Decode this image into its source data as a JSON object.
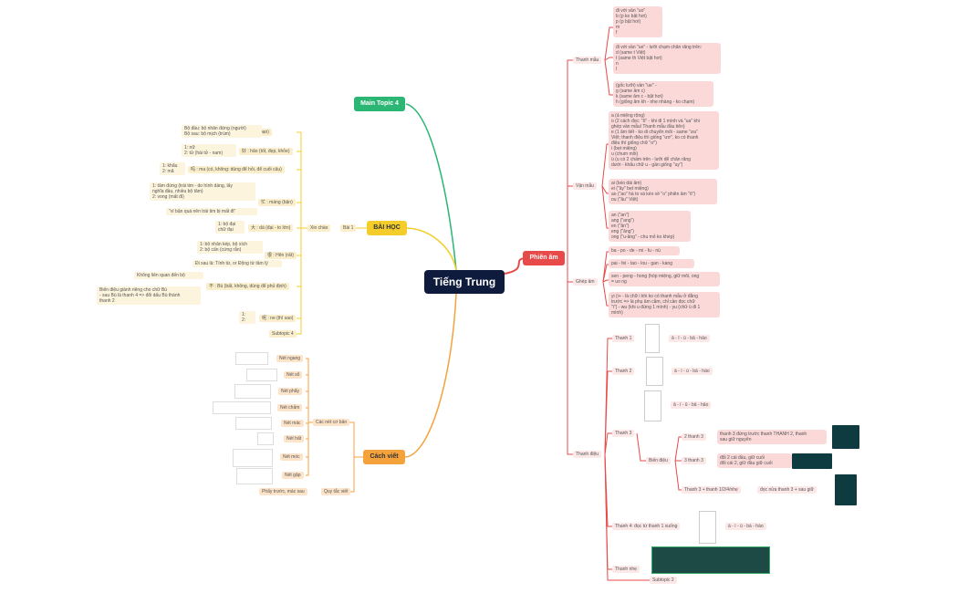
{
  "center": "Tiếng Trung",
  "main_topics": {
    "phien_am": "Phiên âm",
    "bai_hoc": "BÀI HỌC",
    "cach_viet": "Cách viết",
    "main_topic_4": "Main Topic 4"
  },
  "phien_am": {
    "thanh_mau": "Thanh mẫu",
    "thanh_mau_notes": [
      [
        "đi với vần \"uo\"",
        "b (p ko bật hơi)",
        "p (p bật hơi)",
        "m",
        "f"
      ],
      [
        "đi với vần \"ue\" - lưỡi chạm chân răng trên:",
        "d (same t Việt)",
        "t (same th Việt bật hơi)",
        "n",
        "l"
      ],
      [
        "(gốc lưỡi) vần \"ue\" -",
        "g (same âm c)",
        "k (same âm c - bật hơi)",
        "h (giống âm kh - nhẹ nhàng - ko chạm)"
      ]
    ],
    "van_mau": "Vận mẫu",
    "van_mau_notes": [
      [
        "a (á miệng rộng)",
        "o (2 cách đọc: \"ô\" - khi đi 1 mình và \"ua\" khi",
        "ghép vần mẫu/ Thanh mẫu đầu tiên)",
        "e (1 âm tiết - ko di chuyển môi - same \"ưa\"",
        "Việt; thanh điệu thì giống \"ươ\", ko có thanh",
        "điệu thì giống chữ \"ơ\")",
        "i (bẹt miệng)",
        "u (chum môi)",
        "ü (u có 2 chấm trên - lưỡi để chân răng",
        "dưới - khẩu chữ u - gần giống \"uy\")"
      ],
      [
        "ai (kéo dài âm)",
        "ei (\"ây\" bẹt miệng)",
        "ao (\"ao\" hà to và kéo về \"o\" phiên âm \"ô\")",
        "ou (\"âu\" Việt)"
      ],
      [
        "an (\"an\")",
        "ang (\"ang\")",
        "en (\"ân\")",
        "eng (\"âng\")",
        "ong (\"u-âng\" - chu mỏ ko khép)"
      ]
    ],
    "ghep_am": "Ghép âm",
    "ghep_am_notes": [
      [
        "ba - po - de - mi - fu - nü"
      ],
      [
        "pai - fei - tao - lou - gan - kang"
      ],
      [
        "sen - peng - hong (hóp miệng, giữ môi, ong",
        "= uo ng"
      ],
      [
        "yi (i+ - là chữ i khi ko có thanh mẫu ở đằng",
        "trước => là phụ âm cằm, chỉ cần đọc chữ",
        "\"i\") - wu (khi u đứng 1 mình) - yu (chữ ü đi 1",
        "mình)"
      ]
    ],
    "thanh_dieu": "Thanh điệu",
    "thanh_1": "Thanh 1",
    "thanh_1_ex": "ā - ī - ū - bā - hāo",
    "thanh_2": "Thanh 2",
    "thanh_2_ex": "á - í - ú - bá - háo",
    "thanh_3": "Thanh 3",
    "thanh_3_ex": "ǎ - ǐ - ǔ - bǎ - hǎo",
    "bien_dieu": "Biến điệu",
    "bien_2_thanh_3": "2 thanh 3",
    "bien_2_thanh_3_note": [
      "thanh 3 đứng trước thanh THANH 2, thanh",
      "sau giữ nguyên"
    ],
    "bien_3_thanh_3": "3 thanh 3",
    "bien_3_thanh_3_note": [
      "đổi 2 cái đầu, giữ cuối",
      "đổi cái 2, giữ đầu giữ cuối"
    ],
    "bien_thanh3_plus": "Thanh 3 + thanh 1/2/4/nhẹ",
    "bien_thanh3_plus_note": "đọc nửa thanh 3 + sau giữ",
    "thanh_4": "Thanh 4: đọc từ thanh 1 xuống",
    "thanh_4_ex": "à - ì - ù - bà - hào",
    "thanh_nhe": "Thanh nhẹ",
    "subtopic_2": "Subtopic 2"
  },
  "bai_hoc": {
    "bai_1": "Bài 1",
    "xin_chao": "Xin chào",
    "items": [
      {
        "label": "你 : Nǐ (bạn)",
        "notes": [
          "Bộ đầu: bộ nhân đứng (người)",
          "Bộ sau: bộ mịch (trùm)"
        ]
      },
      {
        "label": "好 : hǎo (tốt, đẹp, khỏe)",
        "notes": [
          "1: nữ",
          "2: tử (hài tử - nam)"
        ]
      },
      {
        "label": "吗 : ma (có, không: dùng để hỏi, để cuối câu)",
        "notes": [
          "1: khẩu",
          "2: mã"
        ]
      },
      {
        "label": "忙 : máng (bận)",
        "notes": [
          "1: tâm đứng (trái tim - do hình dáng, lấy",
          "nghĩa đầu, nhiều bộ tâm)",
          "2: vong (mất đi)"
        ],
        "extra": "\"vì bận quá nên trái tim bị mất đi\""
      },
      {
        "label": "大 : dà (đại - to lớn)",
        "notes": [
          "1: bộ đại",
          "chữ đại"
        ]
      },
      {
        "label": "很 : Hěn (rất)",
        "notes": [
          "1: bộ nhân kép, bộ xích",
          "2: bộ cấn (cứng rắn)"
        ],
        "extra": "Đi sau là: Tính từ, or Động từ tâm lý"
      },
      {
        "label": "不 : Bù (bất, không, dùng để phủ định)",
        "notes": [
          "Không liên quan đến bộ"
        ],
        "extra_lines": [
          "Biến điệu giành riêng cho chữ Bù",
          "- sau Bù là thanh 4 => đổi dấu Bù thành",
          "thanh 2"
        ]
      },
      {
        "label": "呢 : ne (thì sao)",
        "notes": [
          "1:",
          "2:"
        ]
      }
    ],
    "subtopic_4": "Subtopic 4"
  },
  "cach_viet": {
    "cac_net_co_ban": "Các nét cơ bản",
    "nets": [
      "Nét ngang",
      "Nét sổ",
      "Nét phẩy",
      "Nét chấm",
      "Nét mác",
      "Nét hất",
      "Nét móc",
      "Nét gập"
    ],
    "quy_tac_viet": "Quy tắc viết",
    "phay_truoc": "Phẩy trước, mác sau"
  },
  "colors": {
    "center": "#0f1b3d",
    "red": "#e84a4a",
    "yellow": "#f4cd2a",
    "orange": "#f4a23c",
    "green": "#2bb673",
    "pink_bg": "#fbd9d9"
  }
}
